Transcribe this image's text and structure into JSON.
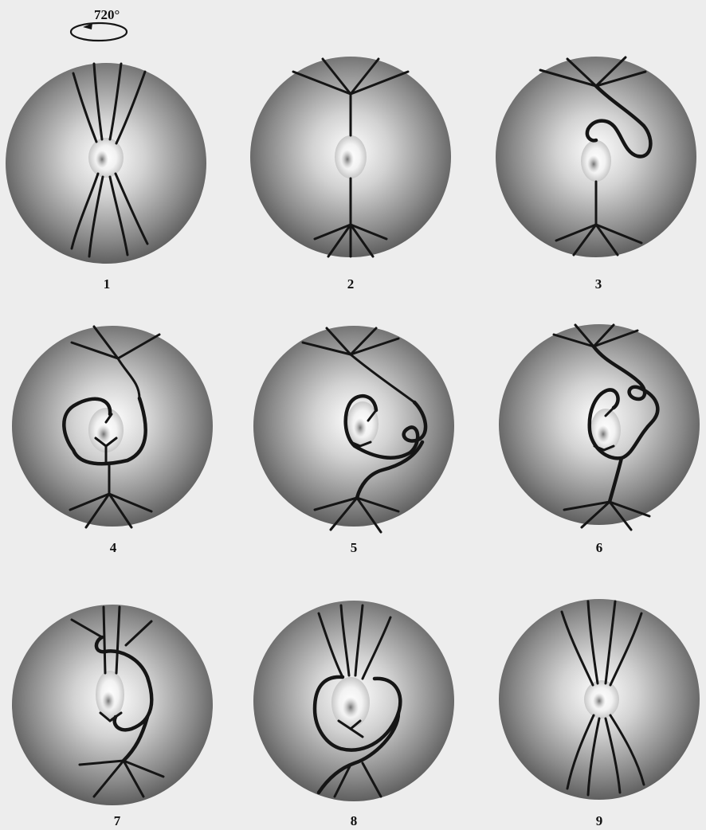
{
  "rotation": {
    "label": "720°",
    "icon": "rotation-arrow-icon"
  },
  "panels": [
    {
      "number": "1"
    },
    {
      "number": "2"
    },
    {
      "number": "3"
    },
    {
      "number": "4"
    },
    {
      "number": "5"
    },
    {
      "number": "6"
    },
    {
      "number": "7"
    },
    {
      "number": "8"
    },
    {
      "number": "9"
    }
  ],
  "colors": {
    "disc_light": "#ffffff",
    "disc_dark": "#6a6a6a",
    "vessel": "#151515",
    "background": "#ededed"
  }
}
